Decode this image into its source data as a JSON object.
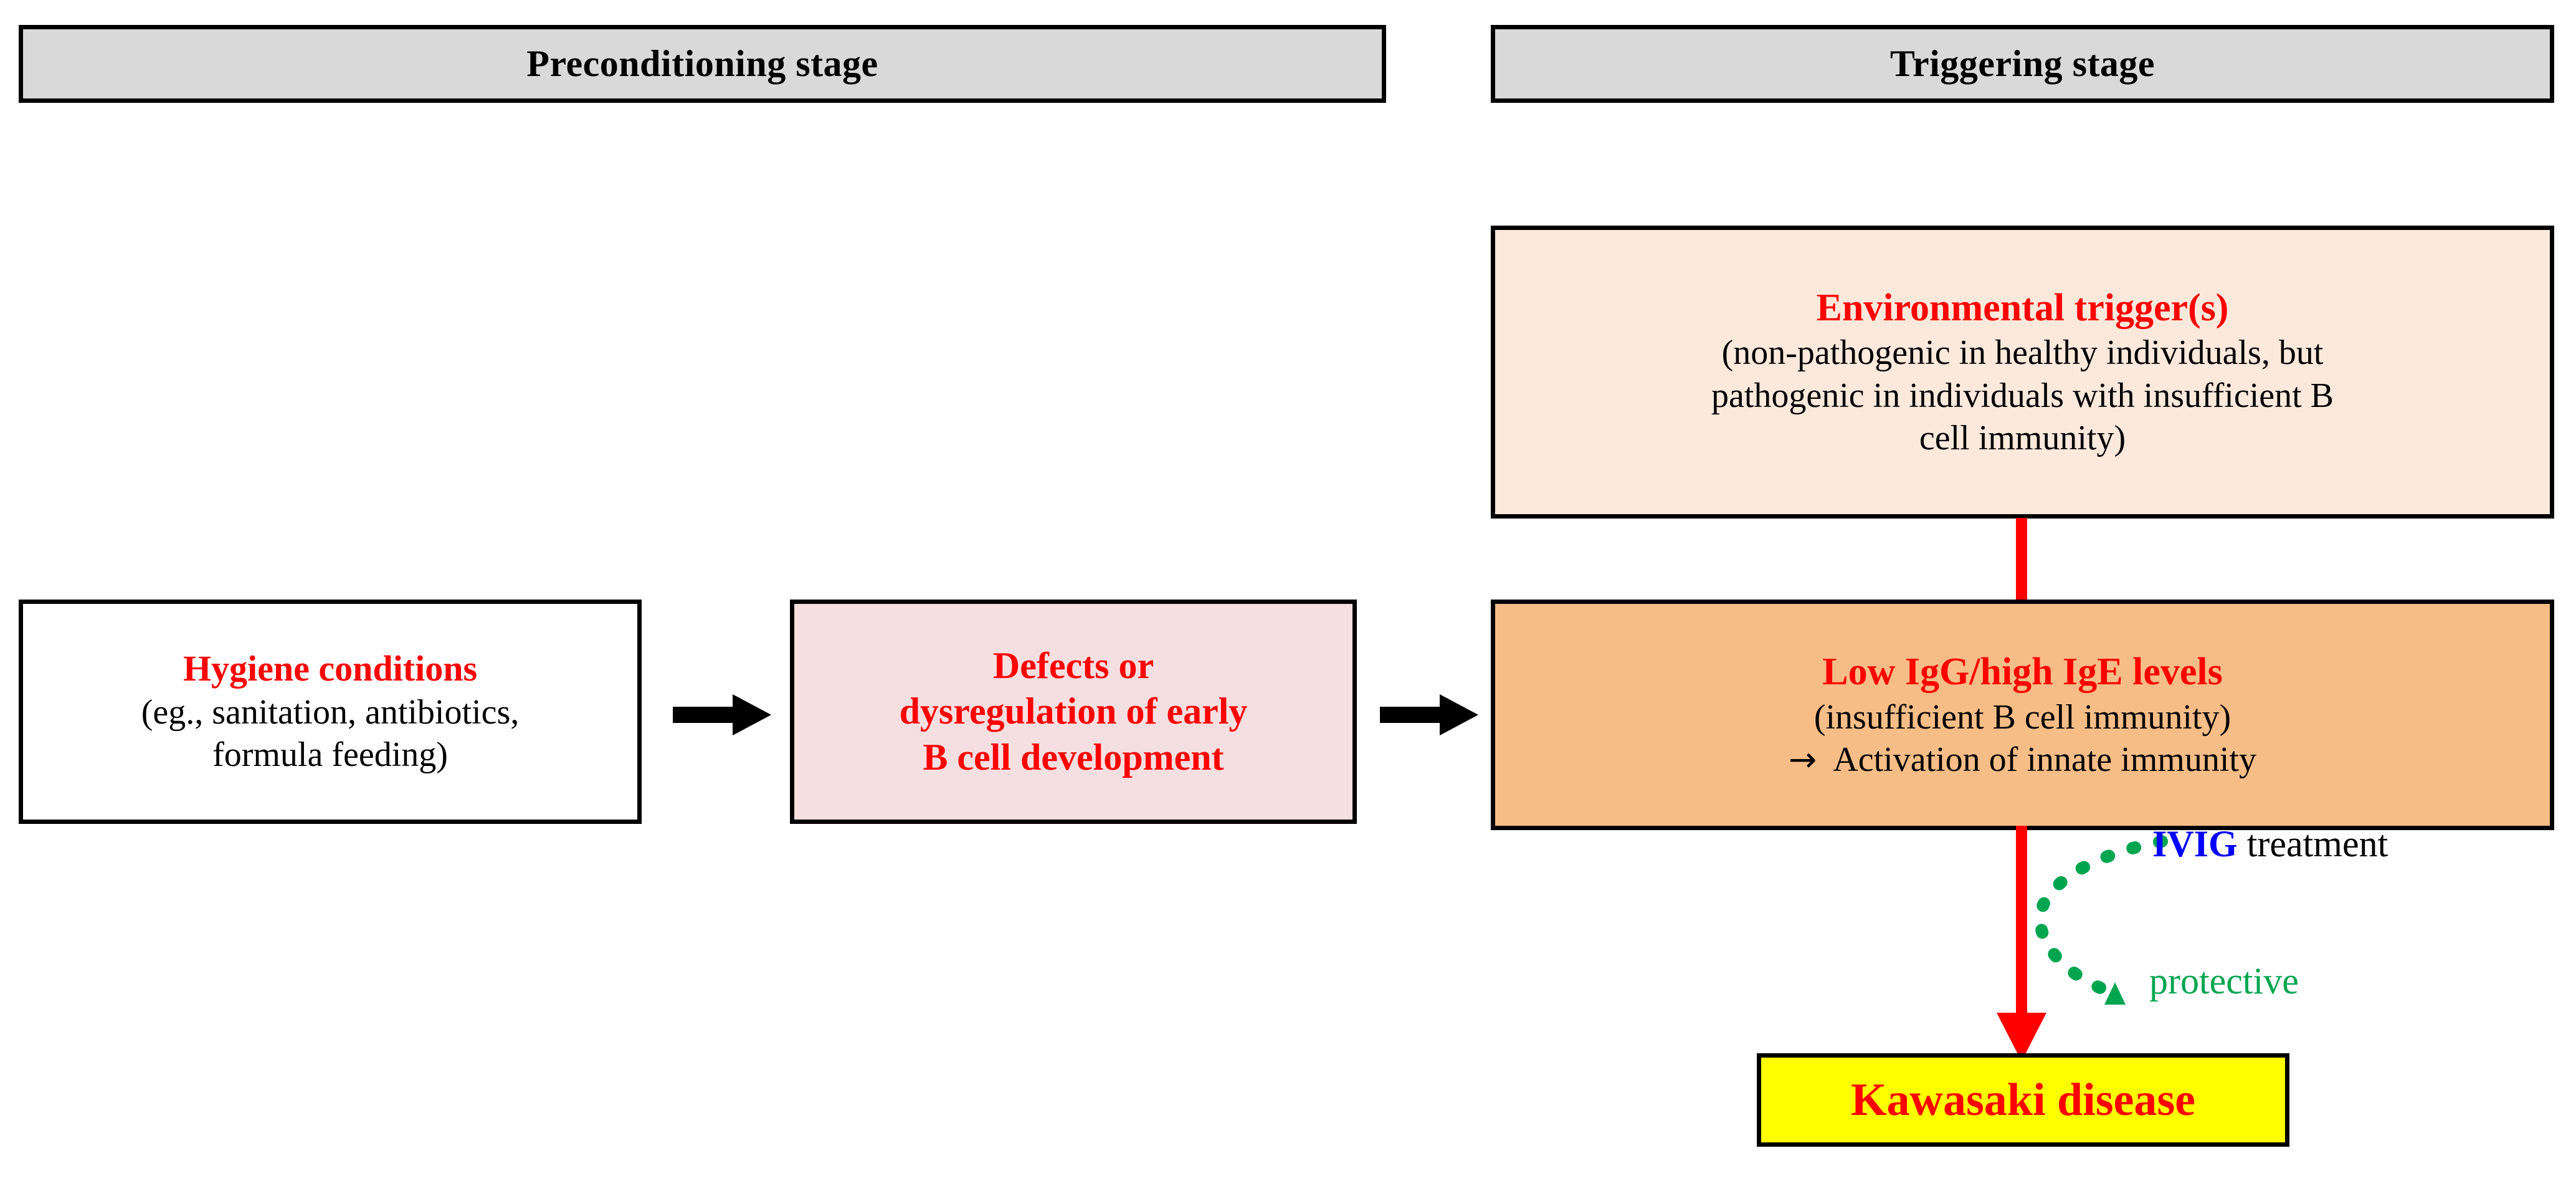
{
  "stages": {
    "preconditioning": "Preconditioning stage",
    "triggering": "Triggering stage"
  },
  "boxes": {
    "hygiene": {
      "title": "Hygiene conditions",
      "detail_line1": "(eg., sanitation, antibiotics,",
      "detail_line2": "formula feeding)"
    },
    "defects": {
      "line1": "Defects or",
      "line2": "dysregulation of early",
      "line3": "B cell development"
    },
    "environmental_trigger": {
      "title": "Environmental trigger(s)",
      "detail_line1": "(non-pathogenic in healthy individuals, but",
      "detail_line2": "pathogenic in individuals with insufficient B",
      "detail_line3": "cell immunity)"
    },
    "low_igg": {
      "title": "Low IgG/high IgE levels",
      "detail_line1": "(insufficient B cell immunity)",
      "arrow_glyph": "→",
      "detail_line2": "Activation of innate immunity"
    },
    "kawasaki": {
      "label": "Kawasaki disease"
    }
  },
  "annotations": {
    "ivig_bold": "IVIG",
    "ivig_rest": " treatment",
    "protective": "protective"
  },
  "colors": {
    "stage_header_fill": "#d9d9d9",
    "hygiene_fill": "#ffffff",
    "defects_fill": "#f6dfe0",
    "environmental_fill": "#fce9dc",
    "low_igg_fill": "#f7bd87",
    "kawasaki_fill": "#ffff00",
    "red_accent": "#ff0000",
    "green_accent": "#00a550",
    "blue_accent": "#0000ff",
    "border": "#000000"
  },
  "icons": {
    "black_right_arrow": "black-right-arrow-icon",
    "red_down_arrow": "red-down-arrow-icon",
    "red_connector": "red-vertical-connector-icon",
    "green_dotted_arrow": "green-dotted-curved-arrow-icon"
  }
}
